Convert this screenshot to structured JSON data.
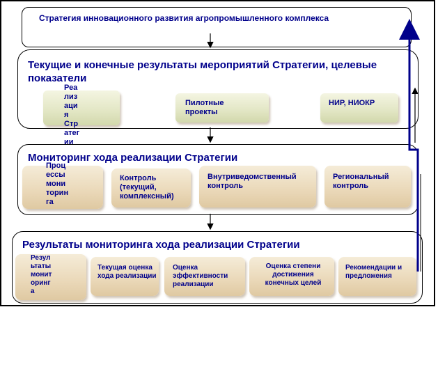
{
  "strategy_title": "Стратегия инновационного развития агропромышленного комплекса",
  "section1": {
    "heading": "Текущие и конечные результаты мероприятий Стратегии, целевые показатели",
    "boxes": [
      "Реализация Стратегии",
      "Пилотные проекты",
      "НИР, НИОКР"
    ]
  },
  "section2": {
    "heading": "Мониторинг хода реализации Стратегии",
    "boxes": [
      "Процессы мониторинга",
      "Контроль (текущий, комплексный)",
      "Внутриведомственный контроль",
      "Региональный контроль"
    ]
  },
  "section3": {
    "heading": "Результаты мониторинга хода реализации Стратегии",
    "boxes": [
      "Результаты мониторинга",
      "Текущая оценка хода реализации",
      "Оценка эффективности реализации",
      "Оценка степени достижения конечных целей",
      "Рекомендации и предложения"
    ]
  },
  "colors": {
    "text": "#00008b",
    "feedback_arrow": "#00008b"
  }
}
